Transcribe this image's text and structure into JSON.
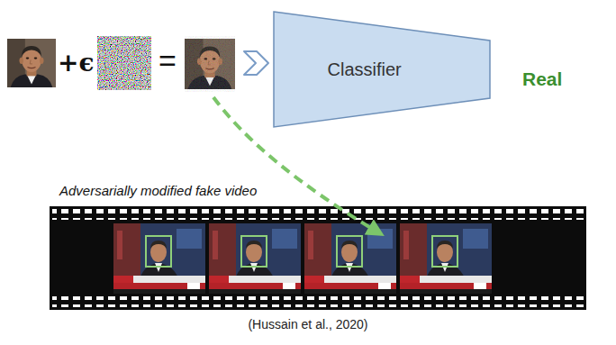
{
  "diagram": {
    "caption": "(Hussain et al., 2020)",
    "nodes": [
      {
        "text": [
          "Classifier"
        ]
      }
    ],
    "labels": [
      "+ϵ",
      "=",
      "Real",
      "Adversarially modified fake video"
    ]
  }
}
